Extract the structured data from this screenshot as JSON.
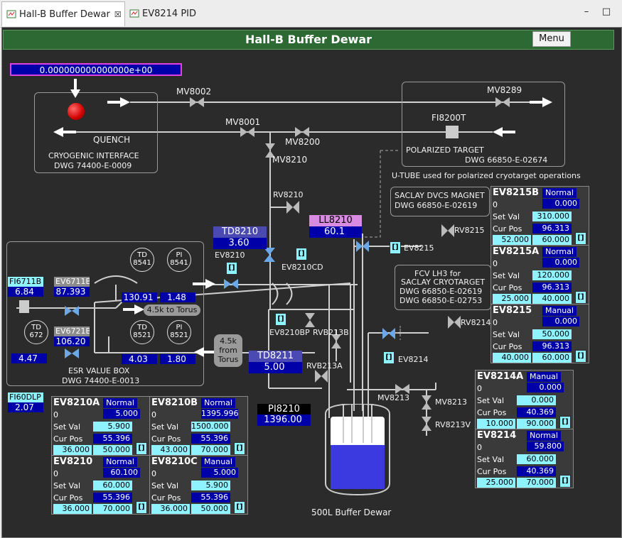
{
  "tabs": [
    {
      "label": "Hall-B Buffer Dewar",
      "active": true
    },
    {
      "label": "EV8214 PID",
      "active": false
    }
  ],
  "window": {
    "minimize": "–",
    "maximize": "□"
  },
  "header": {
    "title": "Hall-B Buffer Dewar",
    "menu_label": "Menu"
  },
  "quench_value": "0.000000000000000e+00",
  "labels": {
    "mv8002": "MV8002",
    "mv8001": "MV8001",
    "mv8200": "MV8200",
    "mv8210": "MV8210",
    "mv8289": "MV8289",
    "fi8200t": "FI8200T",
    "quench": "QUENCH",
    "cryo_interface": "CRYOGENIC INTERFACE",
    "cryo_dwg": "DWG 74400-E-0009",
    "polarized_target": "POLARIZED TARGET",
    "pol_dwg": "DWG 66850-E-02674",
    "utube": "U-TUBE used for polarized cryotarget operations",
    "saclay_dvcs": "SACLAY DVCS MAGNET",
    "saclay_dvcs_dwg": "DWG 66850-E-02619",
    "fcv_lh3": "FCV LH3 for",
    "fcv_saclay": "SACLAY CRYOTARGET",
    "fcv_dwg1": "DWG 66850-E-02619",
    "fcv_dwg2": "DWG 66850-E-02753",
    "rv8210": "RV8210",
    "rv8215": "RV8215",
    "ev8215": "EV8215",
    "ev8210": "EV8210",
    "ev8210cd": "EV8210CD",
    "ev8210bp": "EV8210BP",
    "rvb213b": "RVB213B",
    "rvb213a": "RVB213A",
    "rv8214": "RV8214",
    "ev8214": "EV8214",
    "mv8213": "MV8213",
    "mv8213b": "MV8213",
    "rv8213v": "RV8213V",
    "esr_box": "ESR VALUE BOX",
    "esr_dwg": "DWG 74400-E-0013",
    "torus1": "4.5k to Torus",
    "torus2a": "4.5k",
    "torus2b": "from",
    "torus2c": "Torus",
    "dewar": "500L Buffer Dewar",
    "open": "[]"
  },
  "readouts": {
    "td8210": {
      "name": "TD8210",
      "value": "3.60"
    },
    "ll8210": {
      "name": "LL8210",
      "value": "60.1"
    },
    "td8211": {
      "name": "TD8211",
      "value": "5.00"
    },
    "pi8210": {
      "name": "PI8210",
      "value": "1396.00"
    },
    "fi6711b": {
      "name": "FI6711B",
      "value": "6.84"
    },
    "ev6711b": {
      "name": "EV6711B",
      "value": "87.393"
    },
    "ev6721b": {
      "name": "EV6721B",
      "value": "106.20"
    },
    "fi60dlp": {
      "name": "FI60DLP",
      "value": "2.07"
    },
    "td8541": {
      "name": "TD\n8541",
      "value": "130.91"
    },
    "pi8541": {
      "name": "PI\n8541",
      "value": "1.48"
    },
    "td672": {
      "name": "TD\n672",
      "value": "4.47"
    },
    "td8521": {
      "name": "TD\n8521",
      "value": "4.03"
    },
    "pi8521": {
      "name": "PI\n8521",
      "value": "1.80"
    }
  },
  "panels": {
    "common": {
      "zero": "0",
      "setval": "Set Val",
      "curpos": "Cur Pos"
    },
    "ev8210a": {
      "name": "EV8210A",
      "mode": "Normal",
      "val": "5.000",
      "set": "5.900",
      "cur": "55.396",
      "lo": "36.000",
      "hi": "50.000"
    },
    "ev8210b": {
      "name": "EV8210B",
      "mode": "Normal",
      "val": "1395.996",
      "set": "1500.000",
      "cur": "55.396",
      "lo": "43.000",
      "hi": "70.000"
    },
    "ev8210": {
      "name": "EV8210",
      "mode": "Normal",
      "val": "60.100",
      "set": "60.000",
      "cur": "55.396",
      "lo": "36.000",
      "hi": "70.000"
    },
    "ev8210c": {
      "name": "EV8210C",
      "mode": "Manual",
      "val": "5.000",
      "set": "5.900",
      "cur": "55.396",
      "lo": "36.000",
      "hi": "50.000"
    },
    "ev8215b": {
      "name": "EV8215B",
      "mode": "Normal",
      "val": "0.000",
      "set": "310.000",
      "cur": "96.313",
      "lo": "52.000",
      "hi": "60.000"
    },
    "ev8215a": {
      "name": "EV8215A",
      "mode": "Normal",
      "val": "0.000",
      "set": "120.000",
      "cur": "96.313",
      "lo": "25.000",
      "hi": "40.000"
    },
    "ev8215": {
      "name": "EV8215",
      "mode": "Manual",
      "val": "0.000",
      "set": "50.000",
      "cur": "96.313",
      "lo": "40.000",
      "hi": "60.000"
    },
    "ev8214a": {
      "name": "EV8214A",
      "mode": "Manual",
      "val": "0.000",
      "set": "0.000",
      "cur": "40.369",
      "lo": "10.000",
      "hi": "90.000"
    },
    "ev8214": {
      "name": "EV8214",
      "mode": "Normal",
      "val": "59.800",
      "set": "60.000",
      "cur": "40.369",
      "lo": "25.000",
      "hi": "70.000"
    }
  },
  "colors": {
    "panel_bg": "#2b2b2b",
    "title_bg": "#2d6a33",
    "value_dark": "#0000a8",
    "value_cyan": "#8ff2ff",
    "valve_blue": "#6aa8e8",
    "alarm_red": "#e00000",
    "pv_border": "#e040e0"
  }
}
